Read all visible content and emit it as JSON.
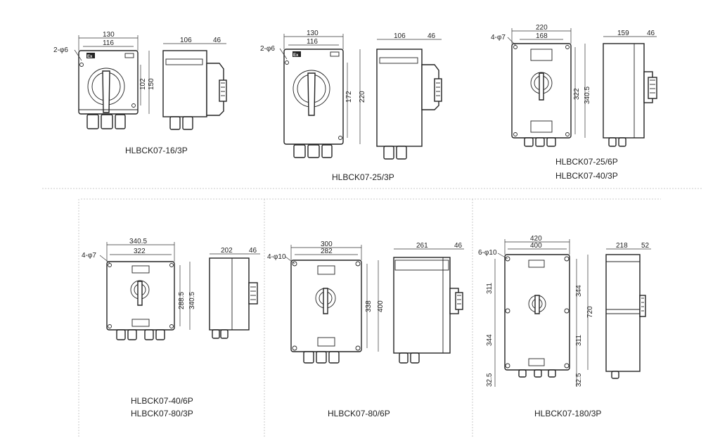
{
  "models": [
    {
      "captions": [
        "HLBCK07-16/3P"
      ],
      "front": {
        "width_outer": "130",
        "width_inner": "116",
        "holes": "2-φ6",
        "height_inner": "102",
        "height_outer": "150"
      },
      "side": {
        "depth": "106",
        "handle": "46"
      }
    },
    {
      "captions": [
        "HLBCK07-25/3P"
      ],
      "front": {
        "width_outer": "130",
        "width_inner": "116",
        "holes": "2-φ6",
        "height_inner": "172",
        "height_outer": "220"
      },
      "side": {
        "depth": "106",
        "handle": "46"
      }
    },
    {
      "captions": [
        "HLBCK07-25/6P",
        "HLBCK07-40/3P"
      ],
      "front": {
        "width_outer": "220",
        "width_inner": "168",
        "holes": "4-φ7",
        "height_inner": "322",
        "height_outer": "340.5"
      },
      "side": {
        "depth": "159",
        "handle": "46"
      }
    },
    {
      "captions": [
        "HLBCK07-40/6P",
        "HLBCK07-80/3P"
      ],
      "front": {
        "width_outer": "340.5",
        "width_inner": "322",
        "holes": "4-φ7",
        "height_inner": "288.5",
        "height_outer": "340.5"
      },
      "side": {
        "depth": "202",
        "handle": "46"
      }
    },
    {
      "captions": [
        "HLBCK07-80/6P"
      ],
      "front": {
        "width_outer": "300",
        "width_inner": "282",
        "holes": "4-φ10",
        "height_inner": "338",
        "height_outer": "400"
      },
      "side": {
        "depth": "261",
        "handle": "46"
      }
    },
    {
      "captions": [
        "HLBCK07-180/3P"
      ],
      "front": {
        "width_outer": "420",
        "width_inner": "400",
        "holes": "6-φ10",
        "left_upper": "311",
        "left_lower": "344",
        "left_bottom": "32.5",
        "right_upper": "344",
        "right_lower": "311",
        "right_bottom": "32.5",
        "height_outer": "720"
      },
      "side": {
        "depth": "218",
        "handle": "52"
      }
    }
  ],
  "badge": "Ex"
}
